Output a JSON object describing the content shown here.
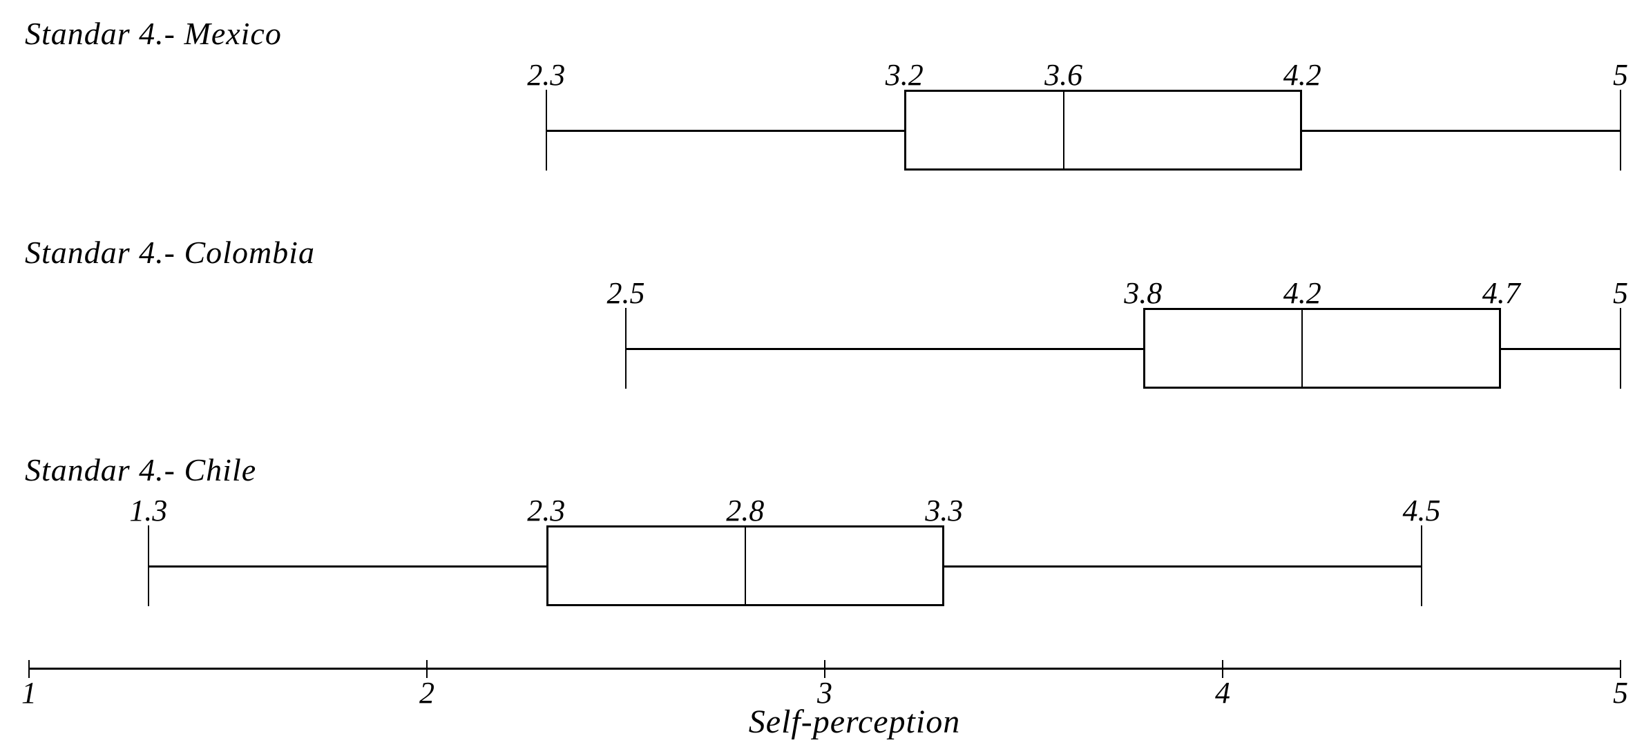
{
  "chart_data": {
    "type": "boxplot",
    "orientation": "horizontal",
    "xlabel": "Self-perception",
    "xlim": [
      1,
      5
    ],
    "grid": false,
    "x_ticks": [
      {
        "value": 1,
        "label": "1"
      },
      {
        "value": 2,
        "label": "2"
      },
      {
        "value": 3,
        "label": "3"
      },
      {
        "value": 4,
        "label": "4"
      },
      {
        "value": 5,
        "label": "5"
      }
    ],
    "series": [
      {
        "name": "Standar 4.- Mexico",
        "min": 2.3,
        "q1": 3.2,
        "median": 3.6,
        "q3": 4.2,
        "max": 5,
        "labels": [
          "2.3",
          "3.2",
          "3.6",
          "4.2",
          "5"
        ]
      },
      {
        "name": "Standar 4.- Colombia",
        "min": 2.5,
        "q1": 3.8,
        "median": 4.2,
        "q3": 4.7,
        "max": 5,
        "labels": [
          "2.5",
          "3.8",
          "4.2",
          "4.7",
          "5"
        ]
      },
      {
        "name": "Standar 4.- Chile",
        "min": 1.3,
        "q1": 2.3,
        "median": 2.8,
        "q3": 3.3,
        "max": 4.5,
        "labels": [
          "1.3",
          "2.3",
          "2.8",
          "3.3",
          "4.5"
        ]
      }
    ],
    "line_color": "#000000",
    "background_color": "#ffffff"
  }
}
